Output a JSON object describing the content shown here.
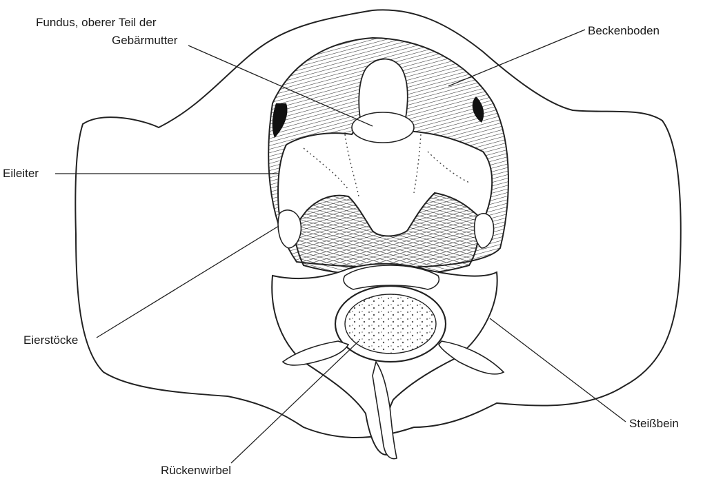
{
  "labels": {
    "fundus_line1": "Fundus, oberer Teil der",
    "fundus_line2": "Gebärmutter",
    "beckenboden": "Beckenboden",
    "eileiter": "Eileiter",
    "eierstoecke": "Eierstöcke",
    "steissbein": "Steißbein",
    "rueckenwirbel": "Rückenwirbel"
  },
  "colors": {
    "line": "#222222",
    "fill": "#ffffff",
    "muscle": "#3a3a3a",
    "shadow": "#111111"
  }
}
